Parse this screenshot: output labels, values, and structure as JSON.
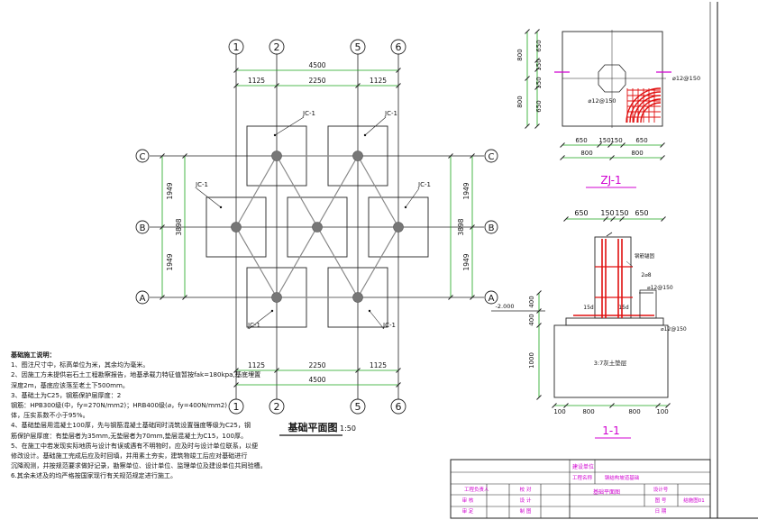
{
  "plan": {
    "title": "基础平面图",
    "scale": "1:50",
    "axes_vertical": [
      "1",
      "2",
      "5",
      "6"
    ],
    "axes_horizontal": [
      "A",
      "B",
      "C"
    ],
    "dim_total_h": "4500",
    "dim_segments_h": [
      "1125",
      "2250",
      "1125"
    ],
    "dim_total_v": "3898",
    "dim_segments_v": [
      "1949",
      "1949"
    ],
    "footing_label": "JC-1"
  },
  "zj1": {
    "title": "ZJ-1",
    "dims_left": [
      "650",
      "150",
      "150",
      "650"
    ],
    "dims_left_total": [
      "800",
      "800"
    ],
    "dims_bottom": [
      "650",
      "150",
      "150",
      "650"
    ],
    "dims_bottom_total": [
      "800",
      "800"
    ],
    "rebar_right": "⌀12@150",
    "rebar_bottom": "⌀12@150"
  },
  "section11": {
    "title": "1-1",
    "dims_top": [
      "650",
      "150",
      "150",
      "650"
    ],
    "dims_left": [
      "400",
      "400",
      "1000"
    ],
    "dims_bottom": [
      "100",
      "800",
      "800",
      "100"
    ],
    "level": "-2.000",
    "fill_label": "3:7灰土垫层",
    "lap_label": "15d",
    "tie_label": "2⌀8",
    "rebar_label1": "⌀12@150",
    "rebar_label2": "⌀12@150",
    "stirrup_label": "钢筋锚固"
  },
  "notes": {
    "title": "基础施工说明：",
    "lines": [
      "1、图注尺寸中，标高单位为米，其余均为毫米。",
      "2、因施工方未提供岩石土工程勘察报告，地基承载力特征值暂按fak=180kpa,基底埋置",
      "深度2m，基底应该落至老土下500mm。",
      "3、基础土为C25，钢筋保护层厚度：2",
      "钢筋：HPB300级(中，fy=270N/mm2)；HRB400级(⌀，fy=400N/mm2)",
      "体，压实系数不小于95%。",
      "4、基础垫层用混凝土100厚，先与钢筋混凝土基础同时浇筑设置强度等级为C25，钢",
      "筋保护层厚度：有垫层者为35mm,无垫层者为70mm,垫层混凝土为C15，100厚。",
      "5、在施工中若发现实际地质与设计有误或遇有不明物时，应及时与设计单位联系，以便",
      "修改设计。基础施工完成后应及时回填，并用素土夯实，建筑物竣工后应对基础进行",
      "沉降观测，并按规范要求做好记录，勘察单位、设计单位、监理单位及建设单位共同验槽。",
      "6.其余未述及的均严格按国家现行有关规范规定进行施工。"
    ]
  },
  "title_block": {
    "row1": [
      "",
      "",
      "",
      "",
      "建设单位",
      ""
    ],
    "row2": [
      "工程负责人",
      "",
      "校 对",
      "",
      "工程名称",
      "钢结构坡道基础"
    ],
    "row3": [
      "审 核",
      "",
      "设 计",
      "",
      "基础平面图",
      "设计号",
      "",
      "图 号",
      "结施图01"
    ],
    "row4": [
      "审 定",
      "",
      "制 图",
      "",
      "",
      "日 期",
      ""
    ],
    "row5": [
      "",
      "",
      "",
      "",
      "",
      "",
      ""
    ]
  },
  "colors": {
    "line": "#222222",
    "green": "#1aa51a",
    "red": "#e01010",
    "magenta": "#d000d0",
    "cyan": "#00b8c8",
    "blue": "#1a3cc8",
    "gray": "#777777"
  }
}
